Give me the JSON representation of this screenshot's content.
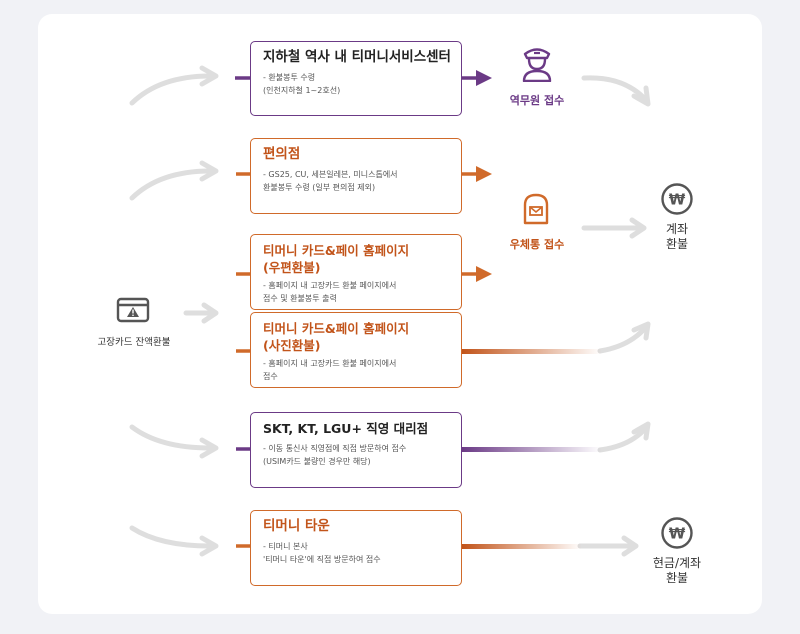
{
  "source": {
    "label": "고장카드 잔액환불"
  },
  "channels": [
    {
      "title": "지하철 역사 내 티머니서비스센터",
      "desc": "- 환불봉투 수령\n(인천지하철 1~2호선)"
    },
    {
      "title": "편의점",
      "desc": "- GS25, CU, 세븐일레븐, 미니스톱에서\n환불봉투 수령 (일부 편의점 제외)"
    },
    {
      "title": "티머니 카드&페이 홈페이지\n(우편환불)",
      "desc": "- 홈페이지 내 고장카드 환불 페이지에서\n접수 및 환불봉투 출력"
    },
    {
      "title": "티머니 카드&페이 홈페이지\n(사진환불)",
      "desc": "- 홈페이지 내 고장카드 환불 페이지에서\n접수"
    },
    {
      "title": "SKT, KT, LGU+ 직영 대리점",
      "desc": "- 이동 통신사 직영점에 직접 방문하여 접수\n(USIM카드 불량인 경우만 해당)"
    },
    {
      "title": "티머니 타운",
      "desc": "- 티머니 본사\n'티머니 타운'에 직접 방문하여 접수"
    }
  ],
  "intermediates": {
    "station": {
      "label": "역무원 접수",
      "icon": "station-staff-icon"
    },
    "post": {
      "label": "우체통 접수",
      "icon": "mailbox-icon"
    }
  },
  "outcomes": {
    "account": {
      "label": "계좌\n환불",
      "icon": "won-coin-icon"
    },
    "cash_account": {
      "label": "현금/계좌\n환불",
      "icon": "won-coin-icon"
    }
  },
  "colors": {
    "purple": "#6b3a86",
    "orange": "#d06a2a",
    "gray_arrow": "#dedede",
    "icon_gray": "#555555"
  }
}
